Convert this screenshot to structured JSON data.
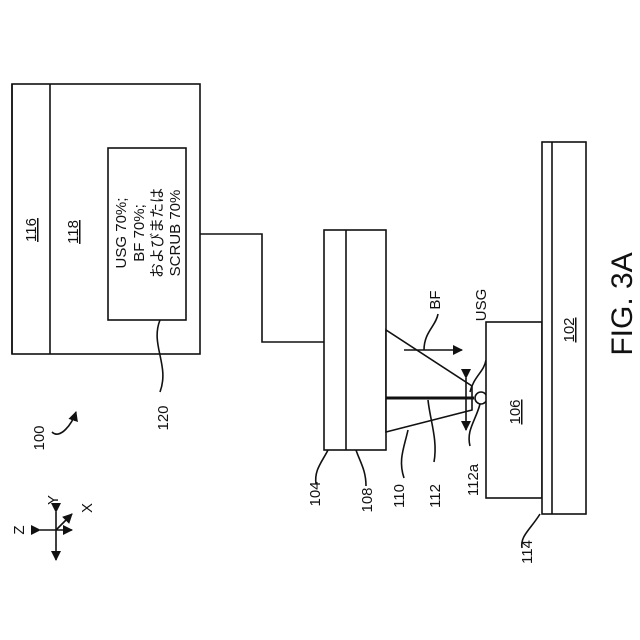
{
  "figure": {
    "title": "FIG. 3A",
    "refs": {
      "system": "100",
      "stage": "102",
      "bond_head": "104",
      "workpiece": "106",
      "transducer": "108",
      "tool_holder": "110",
      "bonding_tool": "112",
      "tool_tip": "112a",
      "support": "114",
      "controller": "116",
      "memory": "118",
      "program": "120"
    },
    "program_text": [
      "USG 70%;",
      "BF 70%;",
      "およびまたは",
      "SCRUB 70%"
    ],
    "arrows": {
      "force": "BF",
      "ultrasonic": "USG"
    },
    "axes": {
      "z": "Z",
      "y": "Y",
      "x": "X"
    }
  }
}
